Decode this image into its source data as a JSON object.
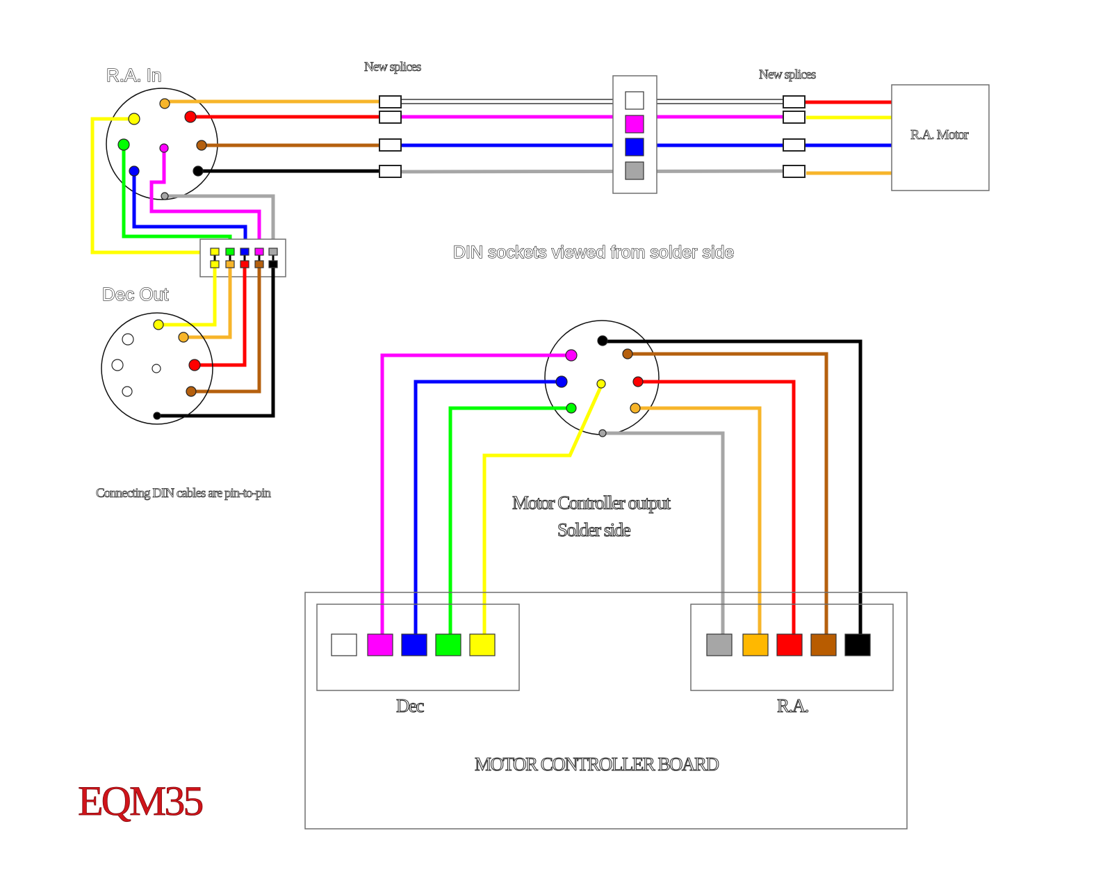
{
  "title_brand": "EQM35",
  "labels": {
    "ra_in": "R.A. In",
    "dec_out": "Dec Out",
    "new_splices_left": "New splices",
    "new_splices_right": "New splices",
    "ra_motor": "R.A. Motor",
    "din_note": "DIN sockets viewed from solder side",
    "pin_to_pin_note": "Connecting DIN cables are pin-to-pin",
    "controller_output_line1": "Motor Controller output",
    "controller_output_line2": "Solder side",
    "dec_header": "Dec",
    "ra_header": "R.A.",
    "board": "MOTOR CONTROLLER BOARD"
  },
  "colors": {
    "yellow": "#ffff00",
    "orange": "#f7b52a",
    "red": "#ff0000",
    "brown": "#b5600e",
    "black": "#000000",
    "green": "#00ff00",
    "blue": "#0000ff",
    "magenta": "#ff00ff",
    "grey": "#a6a6a6",
    "white": "#ffffff",
    "board_orange": "#ffb800",
    "board_brown": "#b85c00"
  },
  "ra_in_socket": {
    "pins": [
      "orange",
      "red",
      "yellow",
      "green",
      "magenta",
      "brown",
      "blue",
      "black",
      "grey"
    ]
  },
  "dec_out_socket": {
    "wired_pins": [
      "yellow",
      "orange",
      "red",
      "brown",
      "black"
    ],
    "unused_pins": 4
  },
  "junction_block": {
    "top_row": [
      "yellow",
      "green",
      "blue",
      "magenta",
      "grey"
    ],
    "bottom_row": [
      "yellow",
      "orange",
      "red",
      "brown",
      "black"
    ]
  },
  "splice_runs": [
    {
      "from": "orange",
      "middle": "white",
      "to": "red"
    },
    {
      "from": "red",
      "middle": "magenta",
      "to": "yellow"
    },
    {
      "from": "brown",
      "middle": "blue",
      "to": "blue"
    },
    {
      "from": "black",
      "middle": "grey",
      "to": "orange"
    }
  ],
  "relay_block_terminals": [
    "white",
    "magenta",
    "blue",
    "grey"
  ],
  "controller_socket": {
    "pins": [
      "black",
      "magenta",
      "brown",
      "blue",
      "yellow",
      "red",
      "green",
      "orange",
      "grey"
    ]
  },
  "board_dec_terminals": [
    "white",
    "magenta",
    "blue",
    "green",
    "yellow"
  ],
  "board_ra_terminals": [
    "grey",
    "orange",
    "red",
    "brown",
    "black"
  ]
}
